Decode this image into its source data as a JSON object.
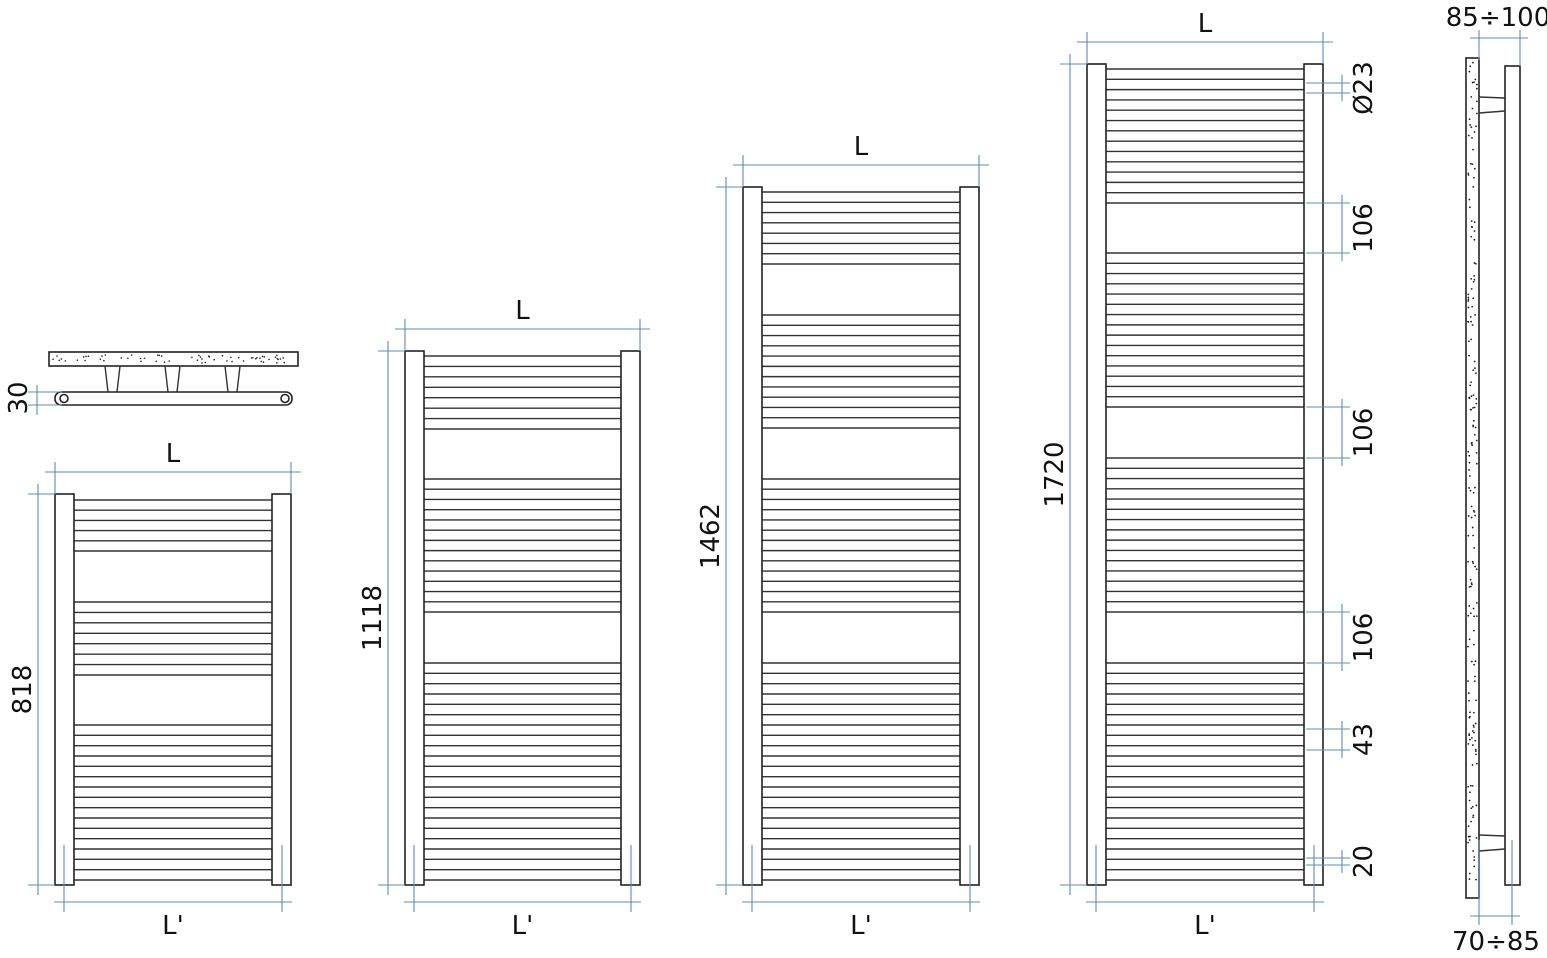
{
  "drawing": {
    "top_view": {
      "depth_label": "30"
    },
    "radiators": [
      {
        "height_label": "818",
        "width_label": "L",
        "centers_label": "L'"
      },
      {
        "height_label": "1118",
        "width_label": "L",
        "centers_label": "L'"
      },
      {
        "height_label": "1462",
        "width_label": "L",
        "centers_label": "L'"
      },
      {
        "height_label": "1720",
        "width_label": "L",
        "centers_label": "L'"
      }
    ],
    "detail_dims": {
      "tube_diameter": "Ø23",
      "gap_1": "106",
      "gap_2": "106",
      "gap_3": "106",
      "pitch": "43",
      "bottom": "20"
    },
    "side_view": {
      "top_label": "85÷100",
      "bottom_label": "70÷85"
    },
    "colors": {
      "dimension": "#5b8db8",
      "outline": "#222222"
    }
  }
}
